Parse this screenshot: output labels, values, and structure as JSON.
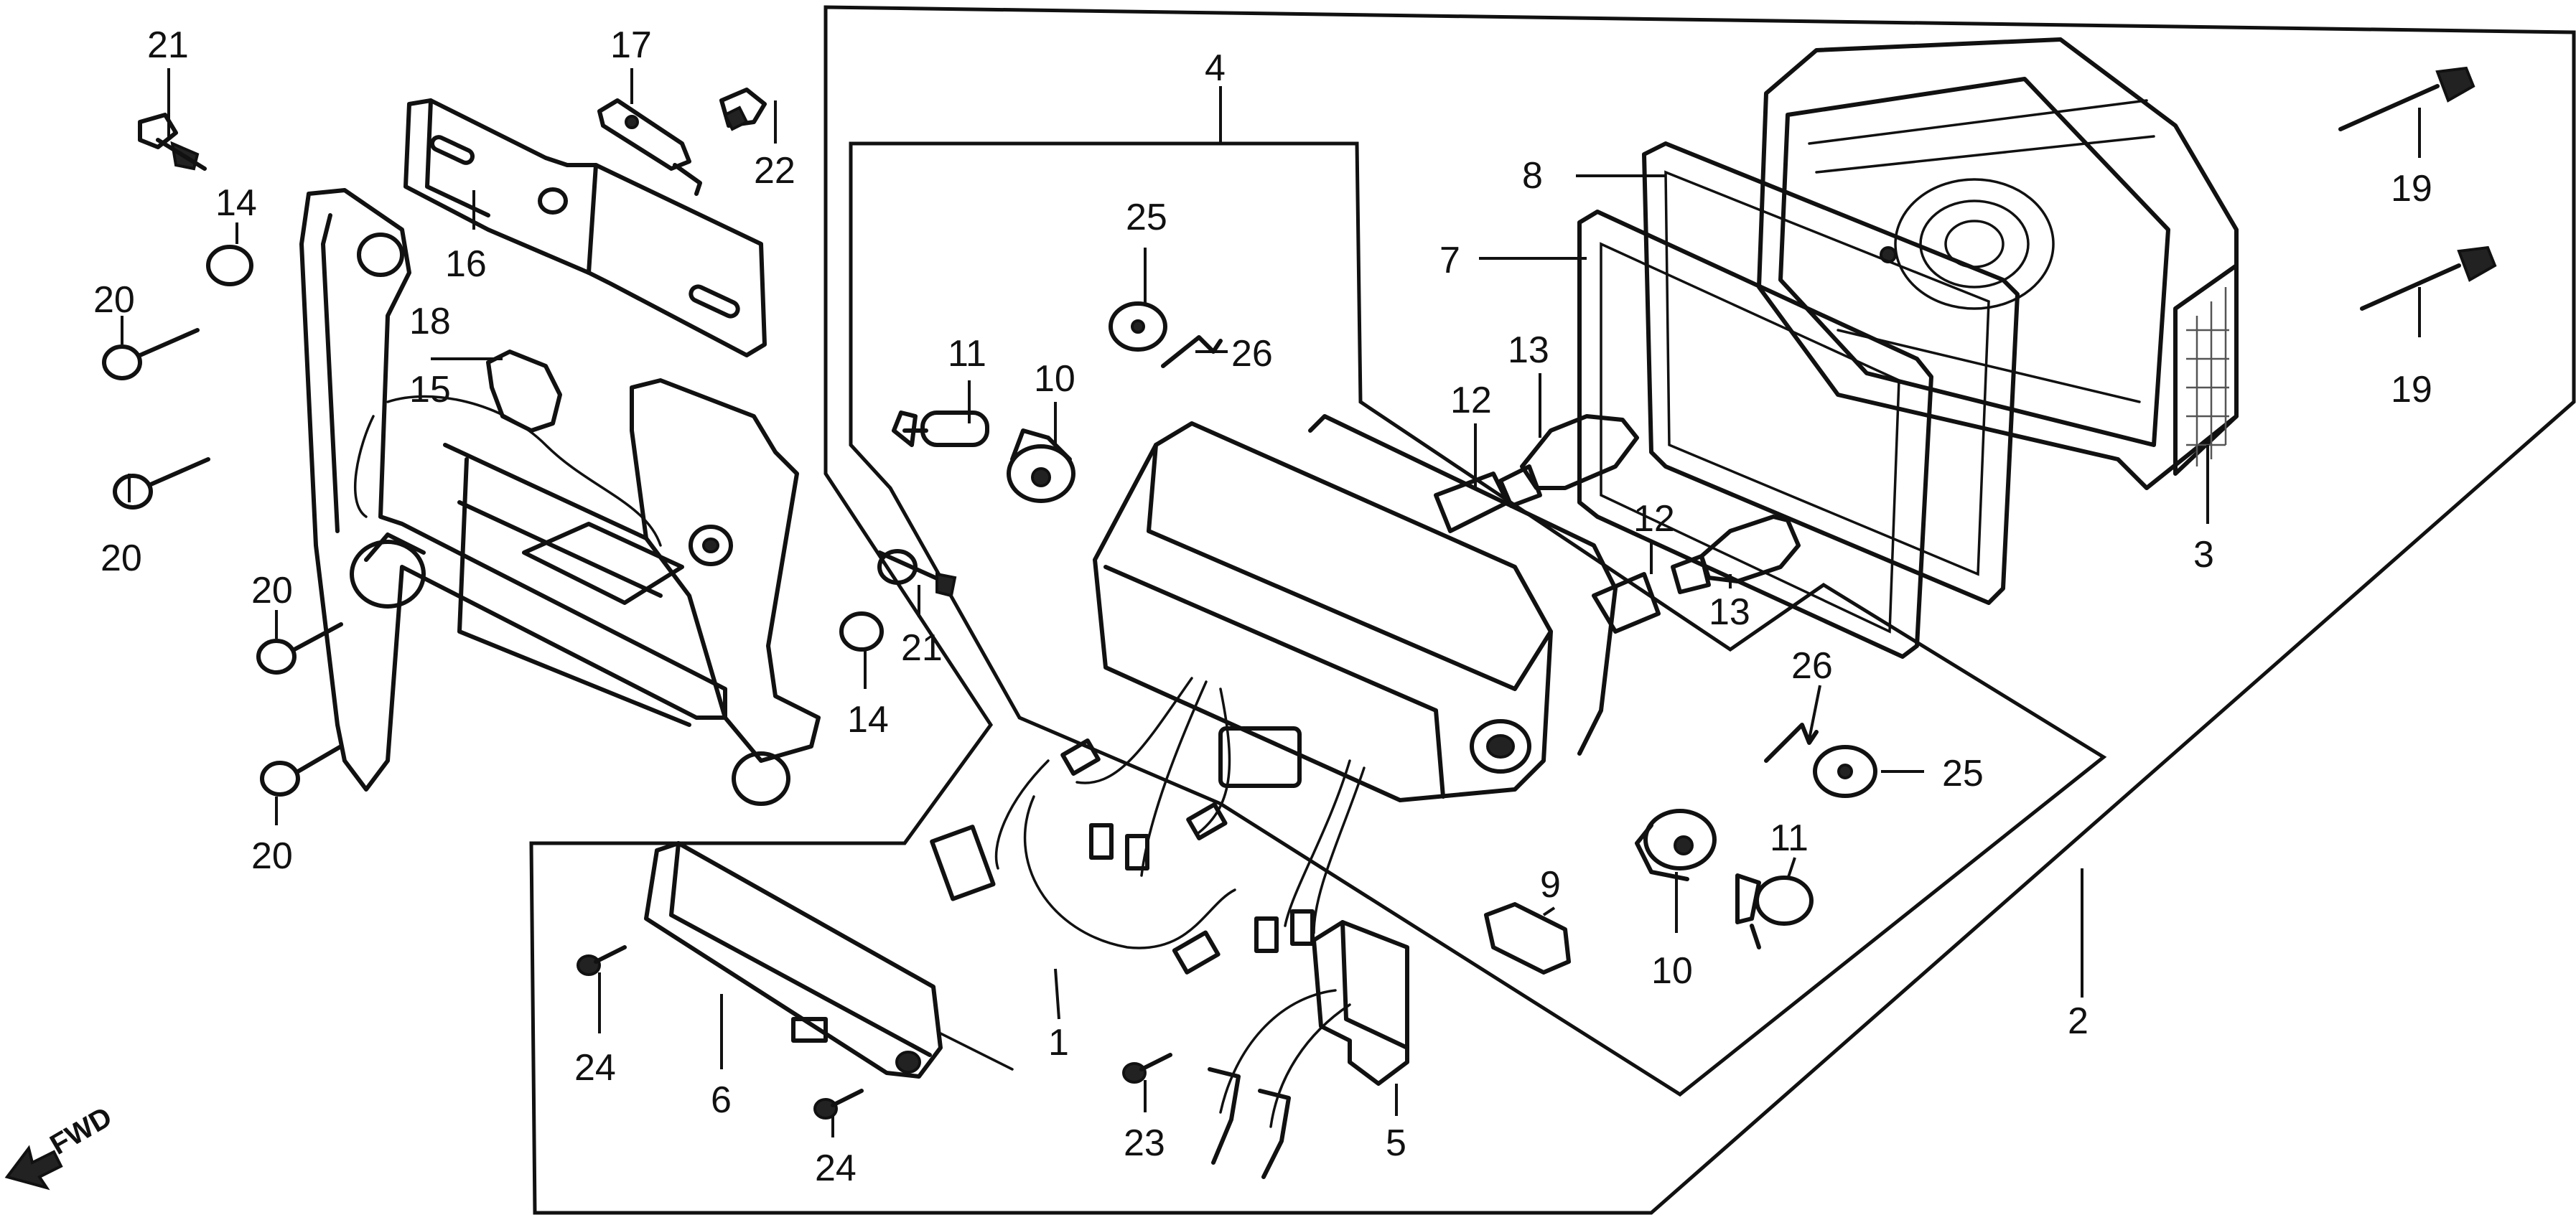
{
  "labels": {
    "p1": "1",
    "p2": "2",
    "p3": "3",
    "p4": "4",
    "p5": "5",
    "p6": "6",
    "p7": "7",
    "p8": "8",
    "p9": "9",
    "p10a": "10",
    "p10b": "10",
    "p11a": "11",
    "p11b": "11",
    "p12a": "12",
    "p12b": "12",
    "p13a": "13",
    "p13b": "13",
    "p14a": "14",
    "p14b": "14",
    "p15": "15",
    "p16": "16",
    "p17": "17",
    "p18": "18",
    "p19a": "19",
    "p19b": "19",
    "p20a": "20",
    "p20b": "20",
    "p20c": "20",
    "p20d": "20",
    "p21a": "21",
    "p21b": "21",
    "p22": "22",
    "p23": "23",
    "p24a": "24",
    "p24b": "24",
    "p25a": "25",
    "p25b": "25",
    "p26a": "26",
    "p26b": "26"
  },
  "fwd_label": "FWD"
}
